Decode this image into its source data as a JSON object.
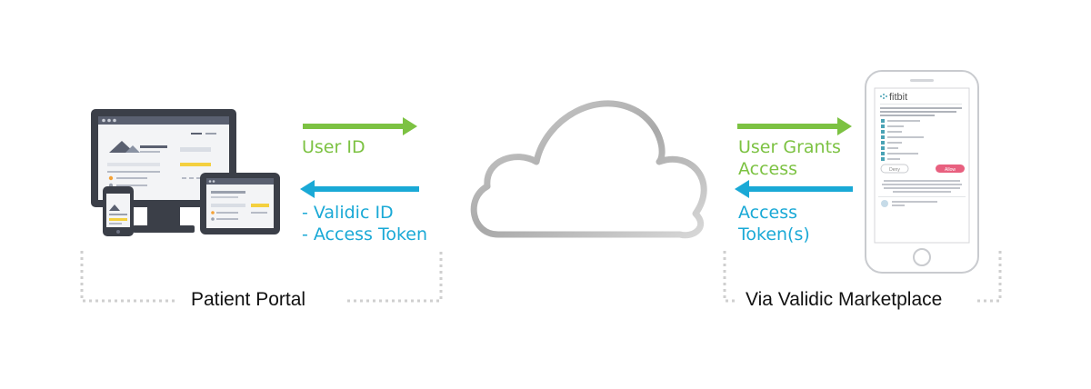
{
  "left_section": {
    "caption": "Patient Portal",
    "arrow_out_label": "User ID",
    "arrow_in_label_lines": [
      "- Validic ID",
      "- Access Token"
    ]
  },
  "right_section": {
    "caption": "Via Validic Marketplace",
    "arrow_out_label_lines": [
      "User Grants",
      "Access"
    ],
    "arrow_in_label_lines": [
      "Access",
      "Token(s)"
    ]
  },
  "phone_screen": {
    "brand": "fitbit",
    "button_deny": "Deny",
    "button_allow": "Allow"
  },
  "colors": {
    "green_arrow": "#7cc242",
    "blue_arrow": "#1aa9d6",
    "cloud_stroke": "#b9b9b9",
    "bracket": "#cfcfcf",
    "allow_button": "#e8607f"
  },
  "icons": [
    "devices-illustration",
    "cloud-icon",
    "smartphone-illustration"
  ]
}
